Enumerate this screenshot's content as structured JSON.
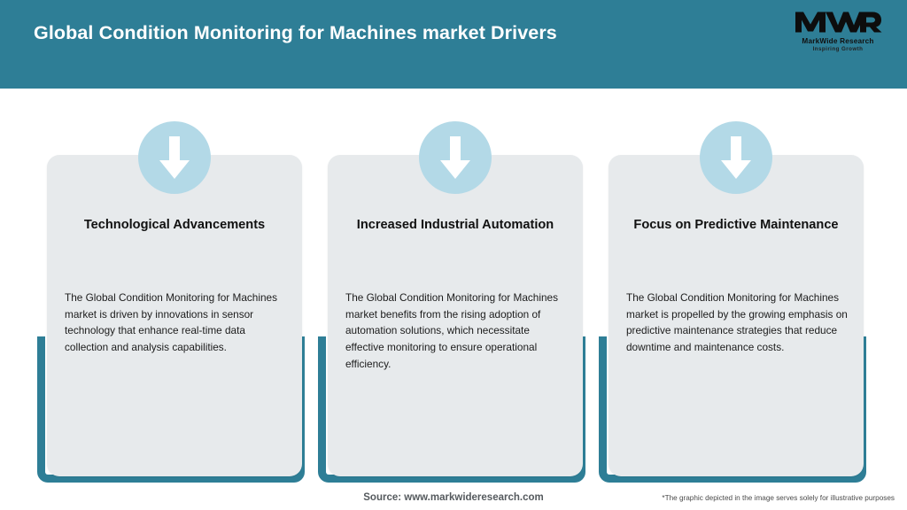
{
  "header": {
    "title": "Global Condition Monitoring for Machines market Drivers",
    "background_color": "#2e7e96",
    "title_color": "#ffffff",
    "logo": {
      "mark_text": "MWR",
      "name": "MarkWide Research",
      "tagline": "Inspiring Growth"
    }
  },
  "cards": [
    {
      "icon": "arrow-down-icon",
      "title": "Technological Advancements",
      "body": "The Global Condition Monitoring for Machines market is driven by innovations in sensor technology that enhance real-time data collection and analysis capabilities."
    },
    {
      "icon": "arrow-down-icon",
      "title": "Increased Industrial Automation",
      "body": "The Global Condition Monitoring for Machines market benefits from the rising adoption of automation solutions, which necessitate effective monitoring to ensure operational efficiency."
    },
    {
      "icon": "arrow-down-icon",
      "title": "Focus on Predictive Maintenance",
      "body": "The Global Condition Monitoring for Machines market is propelled by the growing emphasis on predictive maintenance strategies that reduce downtime and maintenance costs."
    }
  ],
  "footer": {
    "source": "Source: www.markwideresearch.com",
    "disclaimer": "*The graphic depicted in the image serves solely for illustrative purposes"
  },
  "colors": {
    "accent_teal": "#2e7e96",
    "icon_circle": "#b3d9e7",
    "card_surface": "#e7eaec",
    "page_background": "#ffffff"
  }
}
